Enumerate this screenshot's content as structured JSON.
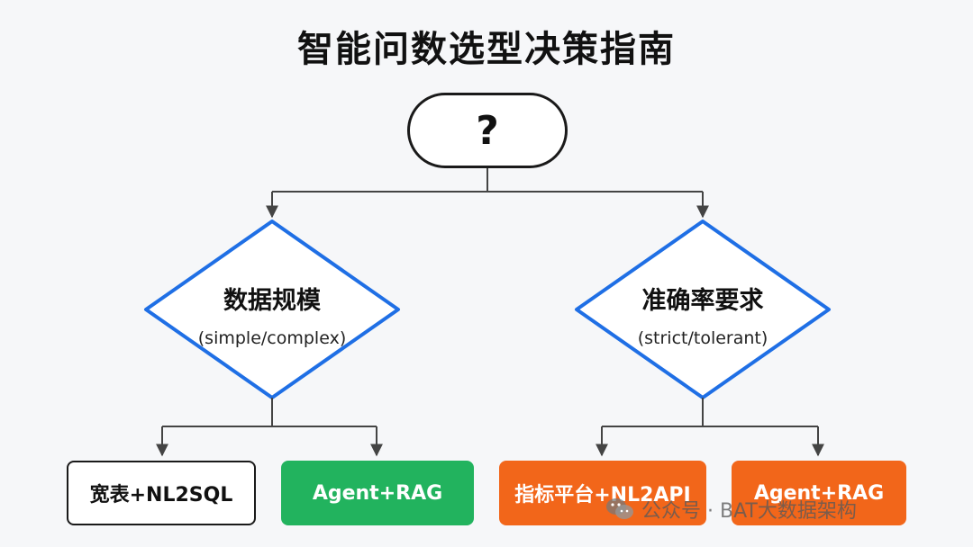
{
  "title": "智能问数选型决策指南",
  "start": {
    "symbol": "?"
  },
  "decisions": [
    {
      "label": "数据规模",
      "sub": "(simple/complex)"
    },
    {
      "label": "准确率要求",
      "sub": "(strict/tolerant)"
    }
  ],
  "leaves": [
    {
      "label": "宽表+NL2SQL",
      "color": "#ffffff"
    },
    {
      "label": "Agent+RAG",
      "color": "#22b35e"
    },
    {
      "label": "指标平台+NL2API",
      "color": "#f2661a"
    },
    {
      "label": "Agent+RAG",
      "color": "#f2661a"
    }
  ],
  "colors": {
    "diamond_stroke": "#1f6fe5",
    "connector": "#444444"
  },
  "watermark": {
    "text": "公众号 · BAT大数据架构",
    "icon": "wechat-icon"
  }
}
